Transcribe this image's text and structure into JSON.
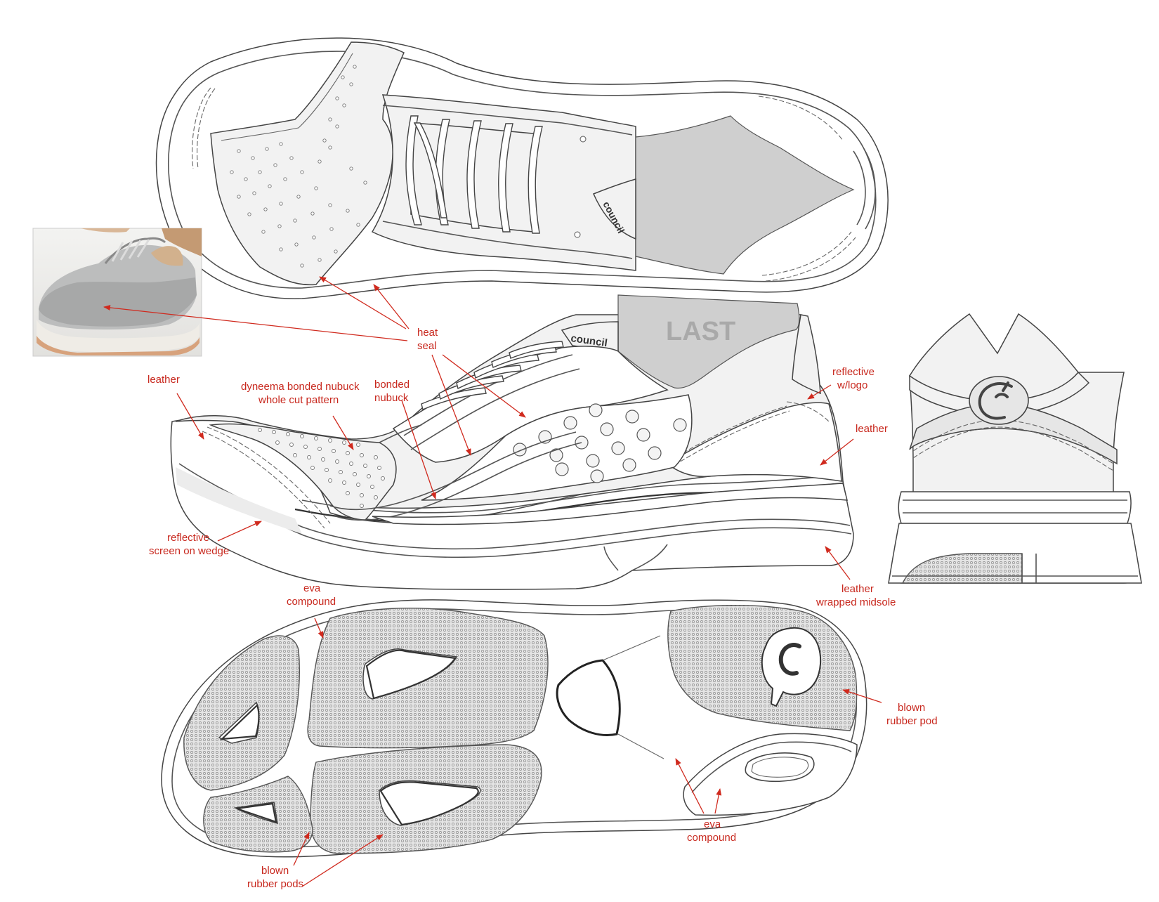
{
  "labels": {
    "heat_seal": [
      "heat",
      "seal"
    ],
    "last": "LAST",
    "brand": "council",
    "leather_toe": "leather",
    "dyneema": [
      "dyneema bonded nubuck",
      "whole cut pattern"
    ],
    "bonded_nubuck": [
      "bonded",
      "nubuck"
    ],
    "reflective_logo": [
      "reflective",
      "w/logo"
    ],
    "leather_heel": "leather",
    "reflective_screen": [
      "reflective",
      "screen on wedge"
    ],
    "leather_midsole": [
      "leather",
      "wrapped midsole"
    ],
    "eva_top": [
      "eva",
      "compound"
    ],
    "blown_pod": [
      "blown",
      "rubber pod"
    ],
    "eva_bottom": [
      "eva",
      "compound"
    ],
    "blown_pods": [
      "blown",
      "rubber pods"
    ]
  },
  "colors": {
    "annotation": "#c8281e",
    "arrow": "#d02a1e",
    "line": "#444444",
    "shade_light": "#f2f2f2",
    "shade_mid": "#e6e6e6",
    "shade_dark": "#cfcfcf"
  }
}
